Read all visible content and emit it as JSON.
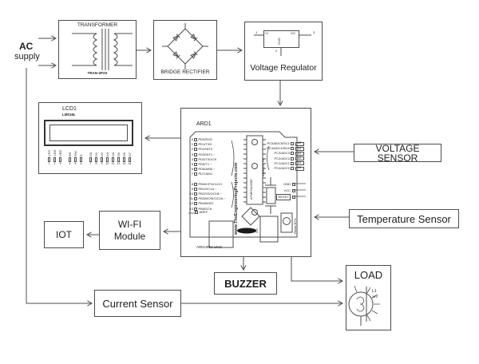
{
  "colors": {
    "line": "#4d4d4d",
    "text": "#1f1f1f",
    "bg": "#ffffff"
  },
  "ac_supply": {
    "line1": "AC",
    "line2": "supply"
  },
  "transformer": {
    "title": "TRANSFORMER",
    "part": "TRAN-2P2S"
  },
  "bridge_rectifier": {
    "label": "BRIDGE RECTIFIER"
  },
  "voltage_regulator": {
    "label": "Voltage Regulator",
    "vi": "VI",
    "vo": "VO",
    "gnd": "GND",
    "pin1": "1",
    "pin2": "2",
    "pin3": "3"
  },
  "lcd": {
    "ref": "LCD1",
    "part": "LM016L",
    "pins": [
      {
        "name": "VSS",
        "num": "1"
      },
      {
        "name": "VDD",
        "num": "2"
      },
      {
        "name": "VEE",
        "num": "3"
      },
      {
        "name": "RS",
        "num": "4"
      },
      {
        "name": "RW",
        "num": "5"
      },
      {
        "name": "E",
        "num": "6"
      },
      {
        "name": "D0",
        "num": "7"
      },
      {
        "name": "D1",
        "num": "8"
      },
      {
        "name": "D2",
        "num": "9"
      },
      {
        "name": "D3",
        "num": "10"
      },
      {
        "name": "D4",
        "num": "11"
      },
      {
        "name": "D5",
        "num": "12"
      },
      {
        "name": "D6",
        "num": "13"
      },
      {
        "name": "D7",
        "num": "14"
      }
    ]
  },
  "arduino": {
    "ref": "ARD1",
    "board_label": "ARDUINO UNO",
    "website": "www.TheEngineeringProjects.com",
    "chip": "ATMEGA328P",
    "analog_in_label": "ANALOG IN",
    "on_label": "ON",
    "reset_btn_text": "Reset BTN",
    "aref_label": "AREF",
    "left_pins": [
      {
        "num": "0",
        "label": "PD0/RXD"
      },
      {
        "num": "1",
        "label": "PD1/TXD"
      },
      {
        "num": "2",
        "label": "PD2/INT0"
      },
      {
        "num": "3",
        "label": "PD3/INT1 ~"
      },
      {
        "num": "4",
        "label": "PD4/T0/XCK"
      },
      {
        "num": "5",
        "label": "PD5/T1 ~"
      },
      {
        "num": "6",
        "label": "PD6/AIN0 ~"
      },
      {
        "num": "7",
        "label": "PD7/AIN1"
      },
      {
        "num": "8",
        "label": "PB0/ICP1/CLKO"
      },
      {
        "num": "9",
        "label": "PB1/OC1A ~"
      },
      {
        "num": "10",
        "label": "PB2/SS/OC1B ~"
      },
      {
        "num": "11",
        "label": "PB3/MOSI/OC2A ~"
      },
      {
        "num": "12",
        "label": "PB4/MISO"
      },
      {
        "num": "13",
        "label": "PB5/SCK"
      }
    ],
    "right_pins": [
      {
        "pad": "A5",
        "label": "PC5/ADC5/SCL"
      },
      {
        "pad": "A4",
        "label": "PC4/ADC4/SDA"
      },
      {
        "pad": "A3",
        "label": "PC3/ADC3"
      },
      {
        "pad": "A2",
        "label": "PC2/ADC2"
      },
      {
        "pad": "A1",
        "label": "PC1/ADC1"
      },
      {
        "pad": "A0",
        "label": "PC0/ADC0"
      }
    ],
    "power_pins": [
      "GND",
      "VCC",
      "RESET"
    ]
  },
  "voltage_sensor": {
    "label": "VOLTAGE SENSOR"
  },
  "temperature_sensor": {
    "label": "Temperature Sensor"
  },
  "wifi": {
    "line1": "WI-FI",
    "line2": "Module"
  },
  "iot": {
    "label": "IOT"
  },
  "buzzer": {
    "label": "BUZZER"
  },
  "current_sensor": {
    "label": "Current Sensor"
  },
  "load": {
    "label": "LOAD",
    "lamp_ref": "L1",
    "lamp_voltage": "12V"
  }
}
